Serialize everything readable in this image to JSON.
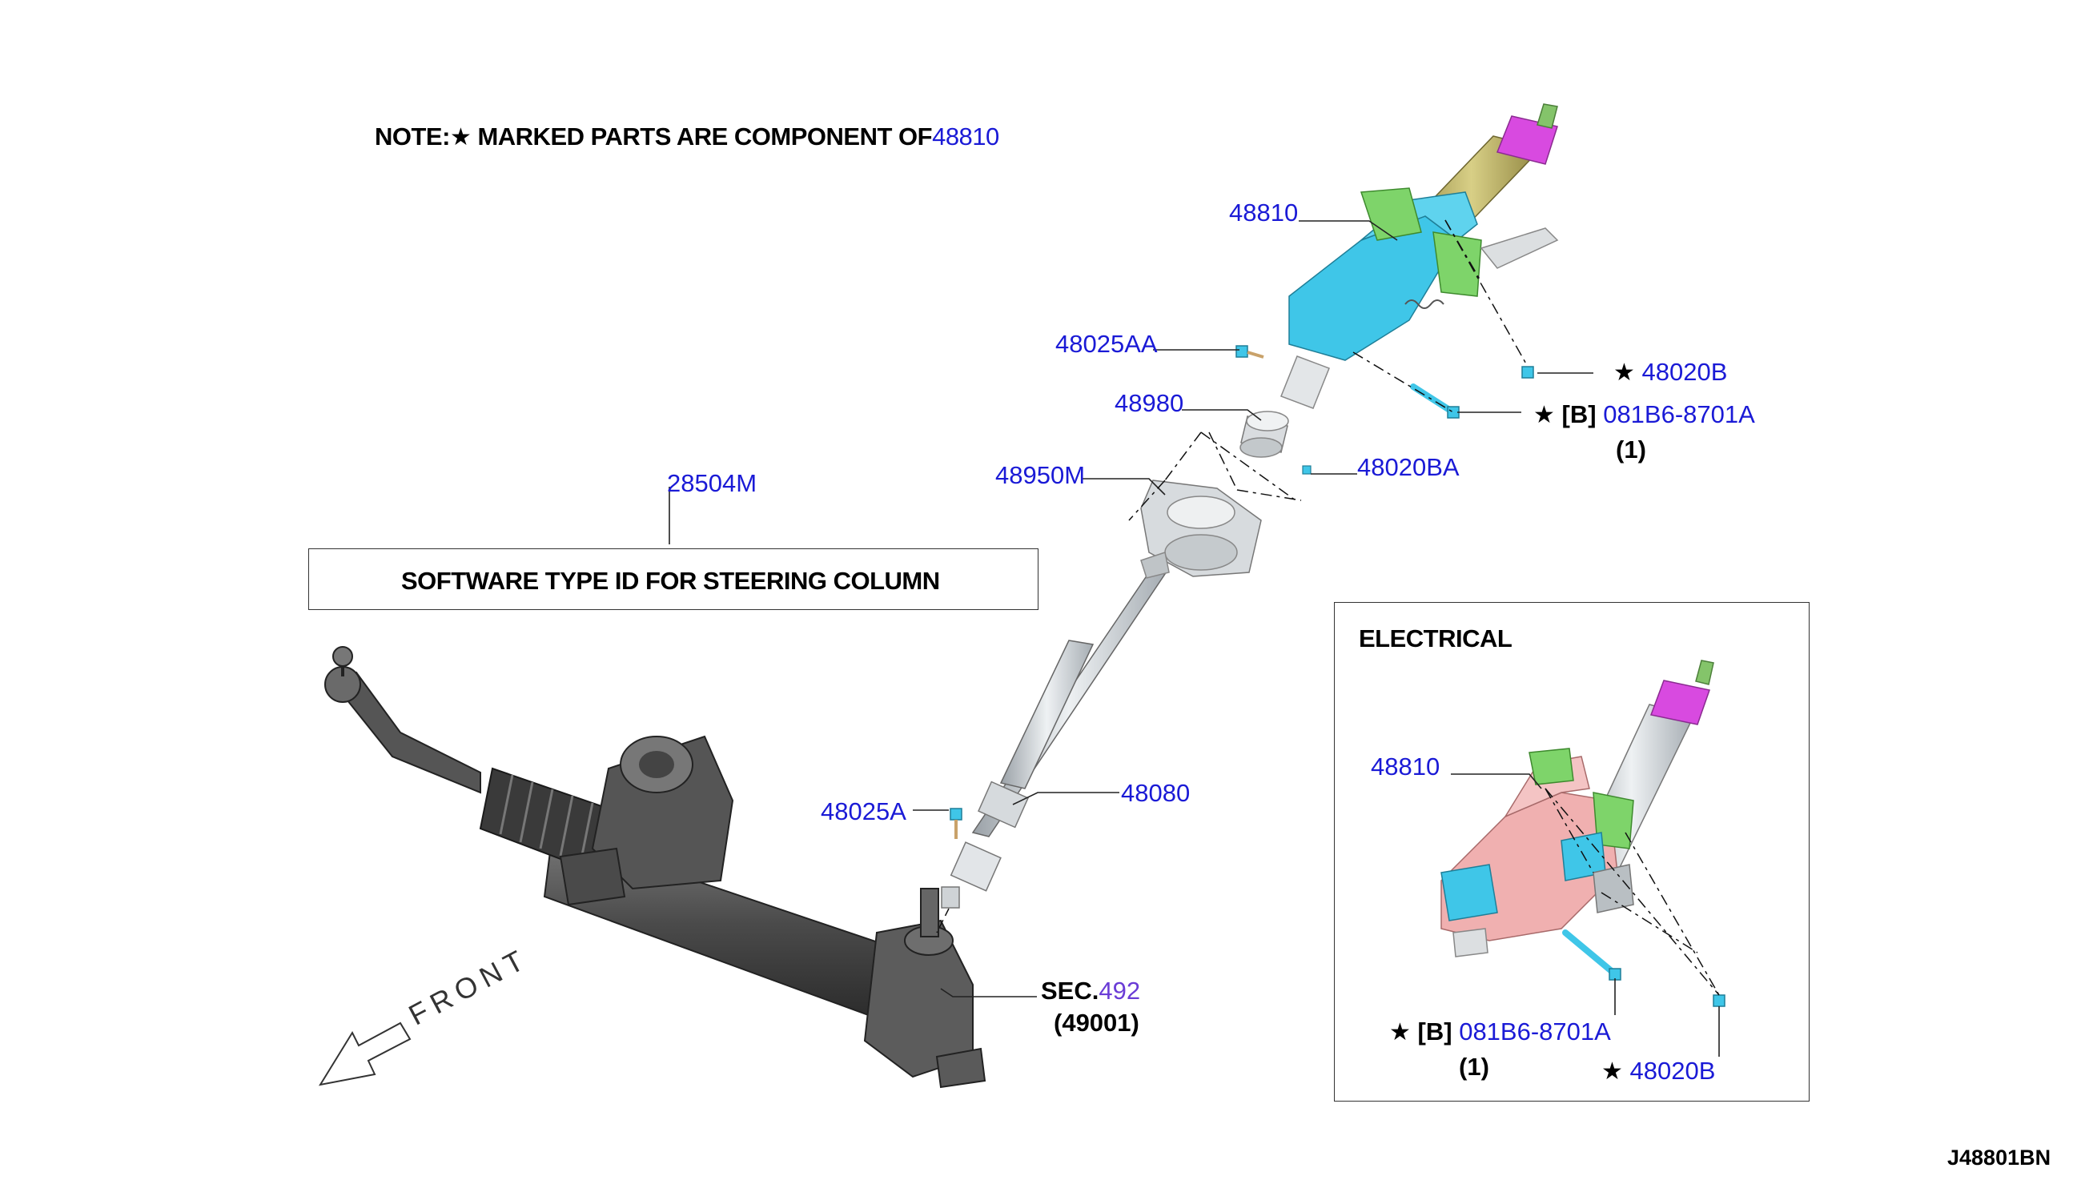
{
  "note": {
    "prefix": "NOTE:",
    "star": "★",
    "text": " MARKED PARTS ARE COMPONENT OF",
    "ref": "48810"
  },
  "software_box": {
    "ref": "28504M",
    "label": "SOFTWARE TYPE ID FOR STEERING COLUMN"
  },
  "callouts": {
    "c48810": "48810",
    "c48025AA": "48025AA",
    "c48980": "48980",
    "c48950M": "48950M",
    "c48020BA": "48020BA",
    "c48020B": "48020B",
    "c081B6_prefix": "[B]",
    "c081B6": "081B6-8701A",
    "c081B6_qty": "(1)",
    "c48080": "48080",
    "c48025A": "48025A",
    "sec_prefix": "SEC.",
    "sec_ref": "492",
    "sec_sub": "(49001)"
  },
  "electrical": {
    "title": "ELECTRICAL",
    "c48810": "48810",
    "c081B6_prefix": "[B]",
    "c081B6": "081B6-8701A",
    "c081B6_qty": "(1)",
    "c48020B": "48020B"
  },
  "front_label": "FRONT",
  "diagram_id": "J48801BN",
  "colors": {
    "callout_blue": "#1a1ad6",
    "sec_purple": "#6a3cd6",
    "column_cyan": "#3fc6e8",
    "column_green": "#7ed46a",
    "column_magenta": "#d84ae0",
    "column_olive": "#b9ad58",
    "rack_gray": "#5a5a5a",
    "shaft_silver": "#c9cfd4",
    "electrical_pink": "#f0b0b0"
  }
}
